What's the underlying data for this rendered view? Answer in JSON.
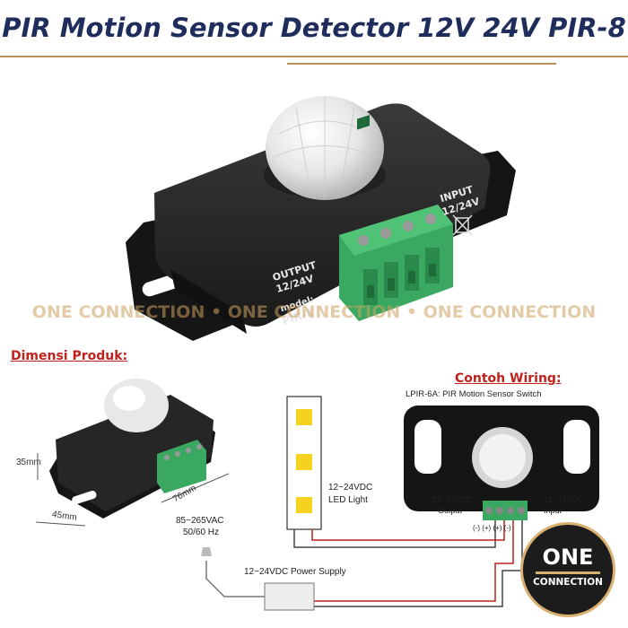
{
  "title": "PIR Motion Sensor Detector 12V 24V PIR-8",
  "watermark": "ONE CONNECTION • ONE CONNECTION • ONE CONNECTION",
  "device_labels": {
    "output": "OUTPUT",
    "output_voltage": "12/24V",
    "model": "model:",
    "model_name": "PIR-8",
    "input": "INPUT",
    "input_voltage": "12/24V"
  },
  "dimensions": {
    "title": "Dimensi Produk:",
    "height": "35mm",
    "width": "45mm",
    "length": "76mm"
  },
  "wiring": {
    "title": "Contoh Wiring:",
    "switch_caption": "LPIR-6A: PIR Motion Sensor Switch",
    "led_voltage": "12~24VDC",
    "led_name": "LED Light",
    "output_voltage": "12~24VDC",
    "output_label": "Output",
    "input_voltage": "12~24VDC",
    "input_label": "Input",
    "terminal_polarity": "(-) (+)  (+) (-)",
    "ac_voltage": "85~265VAC",
    "ac_frequency": "50/60 Hz",
    "power_supply": "12~24VDC Power Supply"
  },
  "logo": {
    "line1": "ONE",
    "line2": "CONNECTION"
  },
  "colors": {
    "title": "#1f2d5c",
    "accent": "#c0211b",
    "gold": "#b8905a",
    "terminal_green": "#3aa860",
    "case_black": "#1e1e1e",
    "led_yellow": "#f5d21e"
  }
}
